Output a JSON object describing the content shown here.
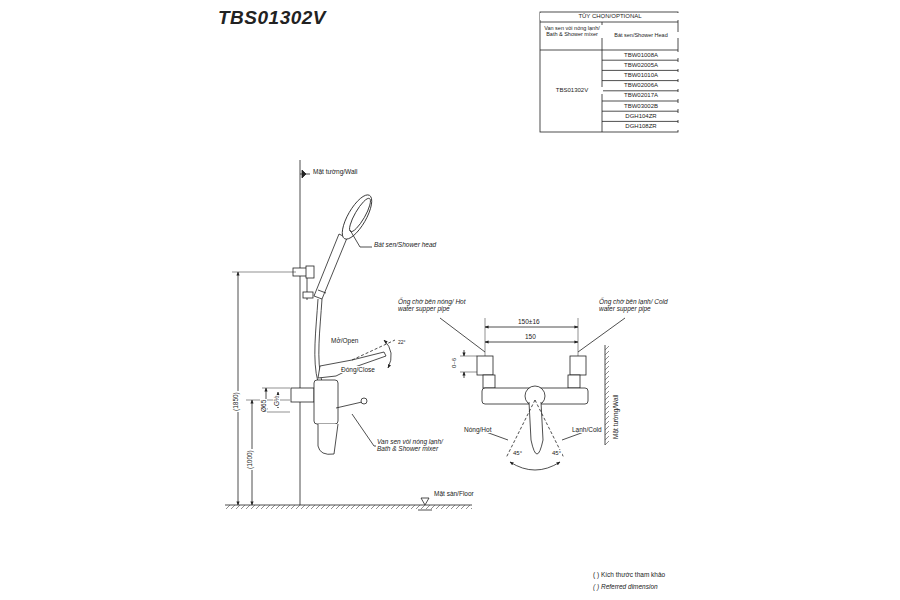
{
  "diagram": {
    "title": "TBS01302V",
    "labels": [
      "TÙY CHỌN/OPTIONAL",
      "Van sen vòi nóng lạnh/ Bath & Shower mixer",
      "Bát sen/Shower Head",
      "TBS01302V",
      "TBW01008A",
      "TBW02005A",
      "TBW01010A",
      "TBW02006A",
      "TBW02017A",
      "TBW03002B",
      "DGH104ZR",
      "DGH108ZR",
      "Mặt tường/Wall",
      "Bát sen/Shower head",
      "Mở/Open",
      "22°",
      "Đóng/Close",
      "(1850)",
      "(1000)",
      "Ø65",
      "G½",
      "Van sen vòi nóng lạnh/ Bath & Shower mixer",
      "Mặt sàn/Floor",
      "Ống chờ bên nóng/ Hot water supper pipe",
      "Ống chờ bên lạnh/ Cold water supper pipe",
      "150±16",
      "150",
      "0~6",
      "Nóng/Hot",
      "Lạnh/Cold",
      "45°",
      "45°",
      "Mặt tường/Wall",
      "(     ) Kích thước tham khảo",
      "(     ) Referred dimension"
    ]
  }
}
